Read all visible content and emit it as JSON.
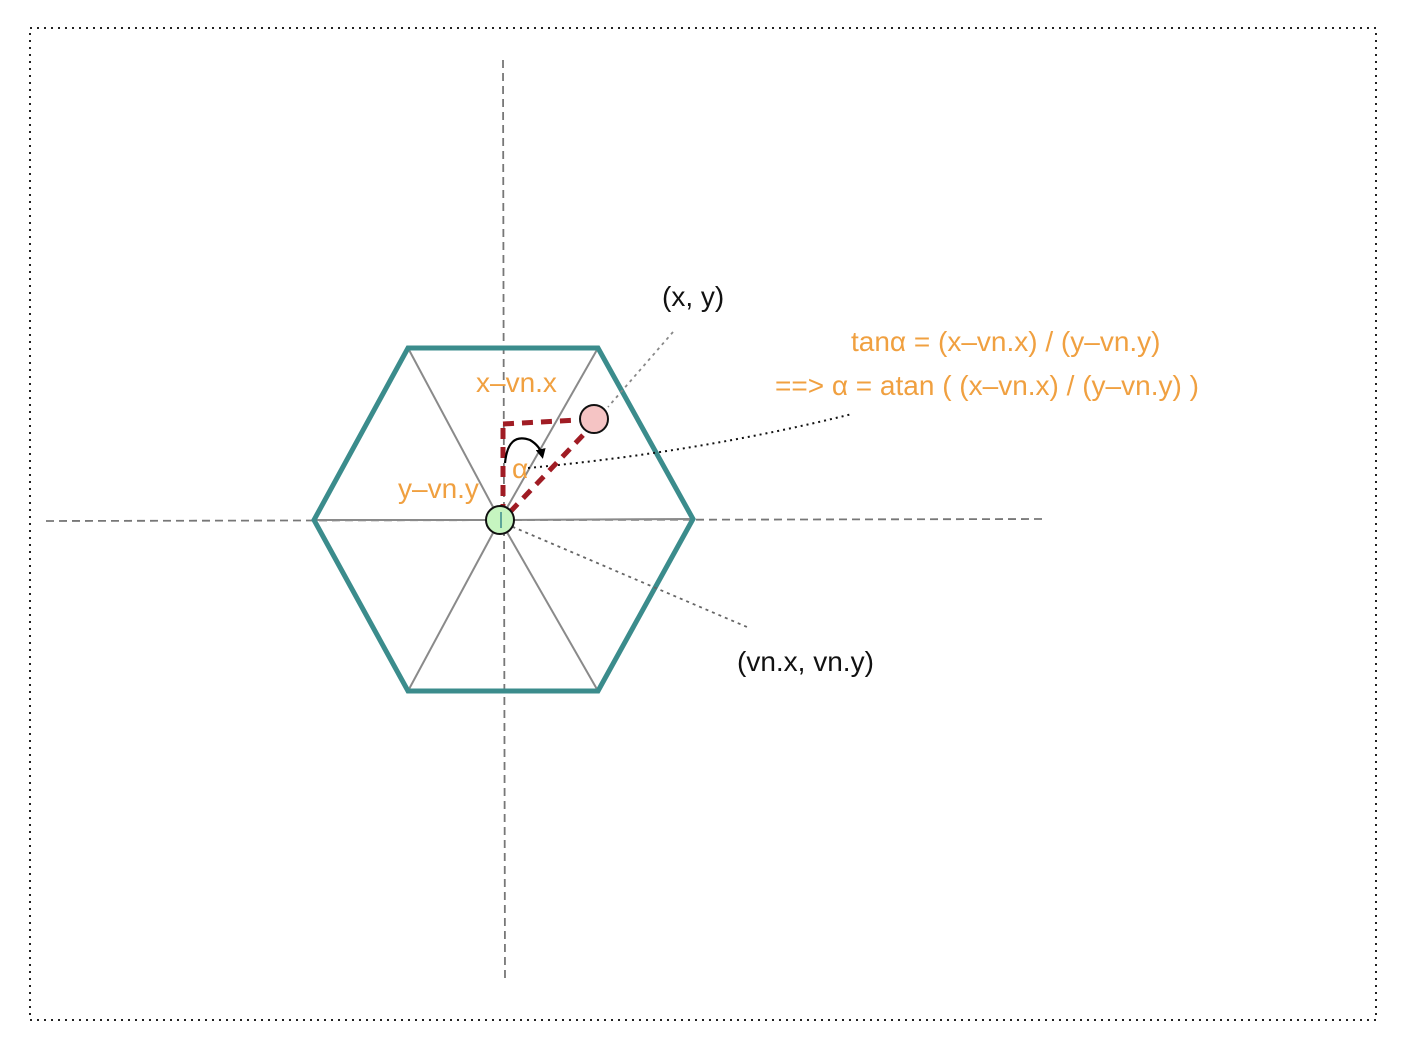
{
  "labels": {
    "point_xy": "(x,  y)",
    "point_vn": "(vn.x,  vn.y)",
    "dx": "x–vn.x",
    "dy": "y–vn.y",
    "alpha": "α",
    "formula_tan": "tanα =   (x–vn.x)  /  (y–vn.y)",
    "formula_atan": "==> α = atan  (  (x–vn.x)  /  (y–vn.y)  )"
  },
  "colors": {
    "hexagon": "#3b8c8c",
    "label_accent": "#f0a040",
    "label_text": "#111111",
    "dashed_path": "#a01c24",
    "center_point_fill": "#c6f5c0",
    "target_point_fill": "#f5c4c4",
    "axis": "#777777",
    "frame": "#222222"
  }
}
